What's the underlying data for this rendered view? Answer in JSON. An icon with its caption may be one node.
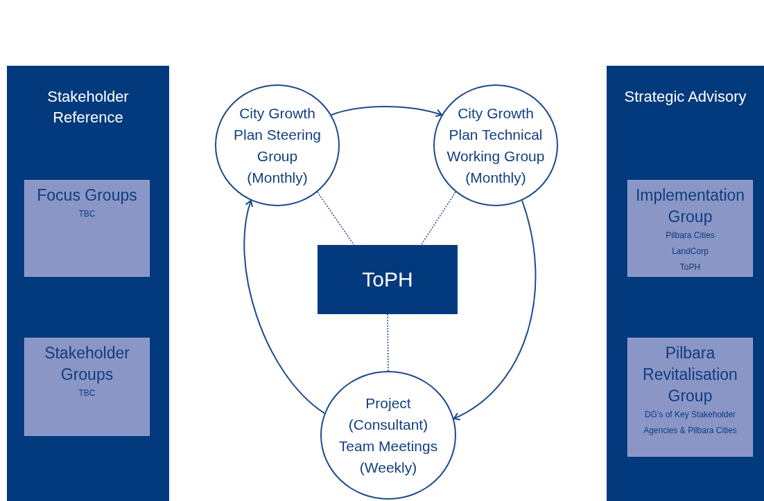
{
  "diagram": {
    "nodes": [
      {
        "text": [
          "Stakeholder Reference"
        ]
      },
      {
        "text": [
          "Focus Groups",
          "TBC"
        ],
        "in": 0
      },
      {
        "text": [
          "Stakeholder Groups",
          "TBC"
        ],
        "in": 0
      },
      {
        "text": [
          "Strategic Advisory"
        ]
      },
      {
        "text": [
          "Implementation Group",
          "Pilbara Cities",
          "LandCorp",
          "ToPH"
        ],
        "in": 3
      },
      {
        "text": [
          "Pilbara Revitalisation Group",
          "DG’s of Key Stakeholder Agencies & Pilbara Cities"
        ],
        "in": 3
      },
      {
        "text": [
          "City Growth Plan Steering Group (Monthly)"
        ]
      },
      {
        "text": [
          "City Growth Plan Technical Working Group (Monthly)"
        ]
      },
      {
        "text": [
          "ToPH"
        ]
      },
      {
        "text": [
          "Project (Consultant) Team Meetings (Weekly)"
        ]
      }
    ],
    "edges": [
      {
        "from": 6,
        "to": 7,
        "arrow": "to"
      },
      {
        "from": 7,
        "to": 9,
        "arrow": "to"
      },
      {
        "from": 9,
        "to": 6,
        "arrow": "to"
      },
      {
        "from": 6,
        "to": 8,
        "arrow": "none",
        "style": "dashed"
      },
      {
        "from": 7,
        "to": 8,
        "arrow": "none",
        "style": "dashed"
      },
      {
        "from": 8,
        "to": 9,
        "arrow": "none",
        "style": "dashed"
      }
    ]
  }
}
